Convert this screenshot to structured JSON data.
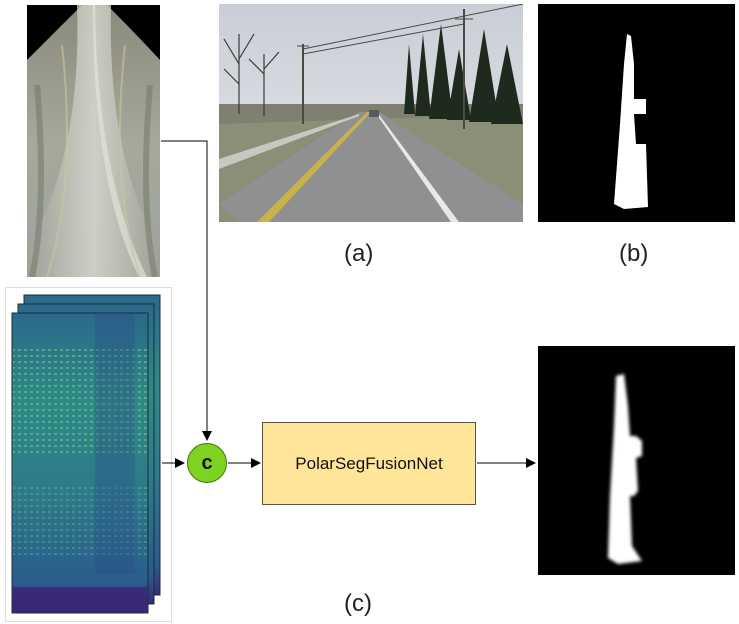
{
  "labels": {
    "a": "(a)",
    "b": "(b)",
    "c": "(c)"
  },
  "concat_node": {
    "label": "c",
    "color": "#7ed321"
  },
  "network_box": {
    "label": "PolarSegFusionNet",
    "color": "#ffe599"
  }
}
